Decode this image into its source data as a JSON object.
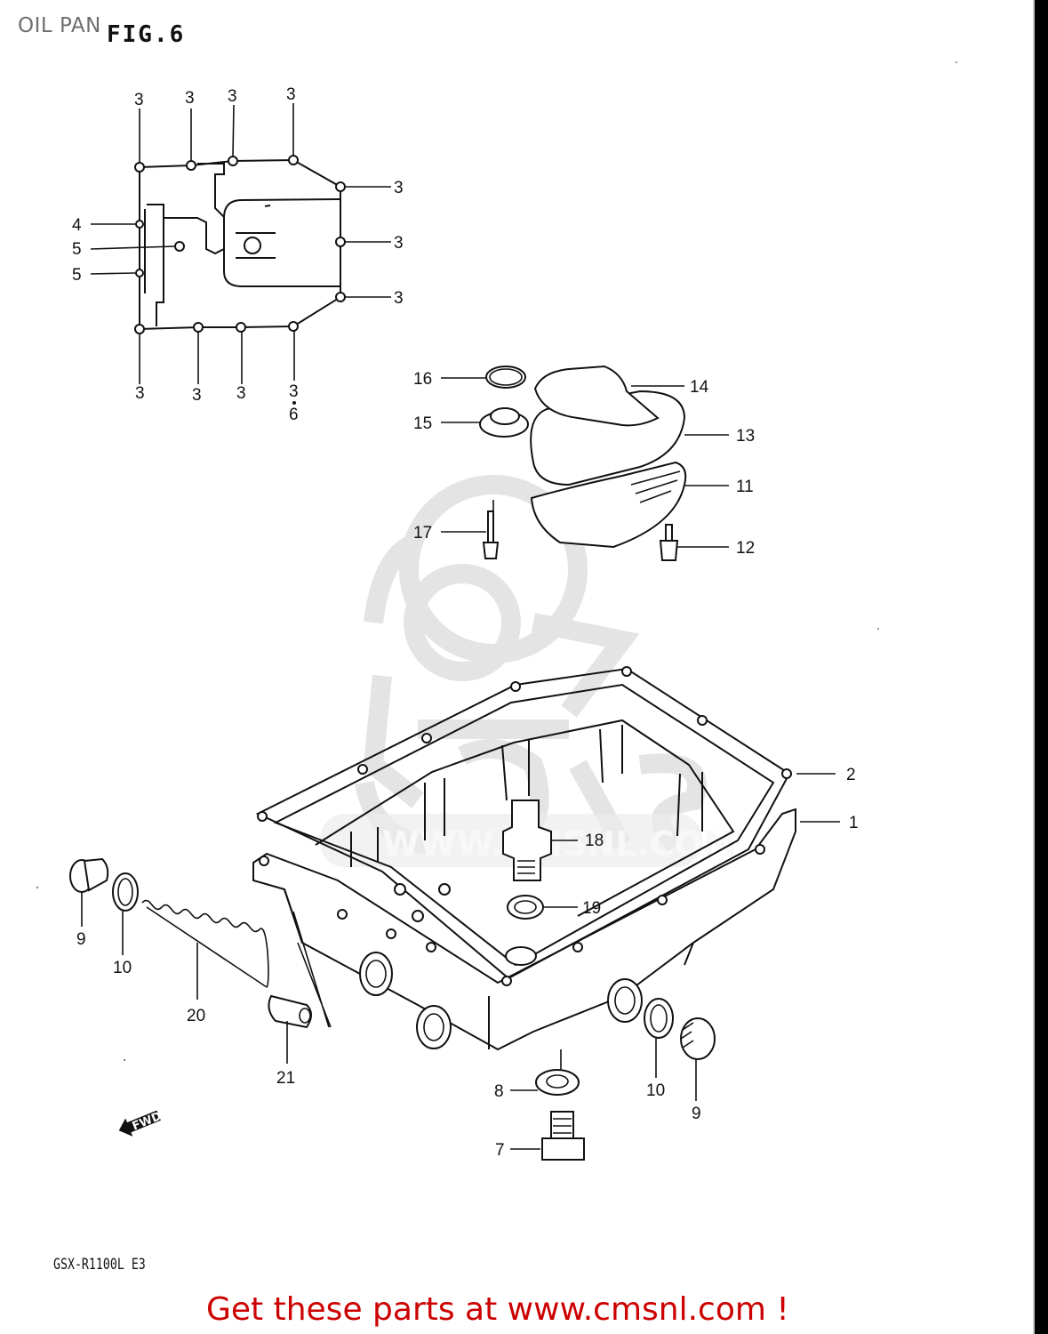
{
  "page": {
    "title": "OIL PAN",
    "figure": "FIG.6",
    "model": "GSX-R1100L  E3",
    "footer_link_text": "Get these parts at www.cmsnl.com !",
    "footer_color": "#cc0000",
    "title_color": "#6e6e6e"
  },
  "watermark": {
    "text": "WWW.CMSNL.COM",
    "logo": "CMS"
  },
  "direction_marker": {
    "label": "FWD",
    "icon": "forward-arrow-icon"
  },
  "callouts": {
    "gasket_outline": [
      {
        "id": "3",
        "label": "3"
      },
      {
        "id": "3b",
        "label": "3"
      },
      {
        "id": "3c",
        "label": "3"
      },
      {
        "id": "3d",
        "label": "3"
      },
      {
        "id": "3e",
        "label": "3"
      },
      {
        "id": "3f",
        "label": "3"
      },
      {
        "id": "3g",
        "label": "3"
      },
      {
        "id": "3h",
        "label": "3"
      },
      {
        "id": "3i",
        "label": "3"
      },
      {
        "id": "3j",
        "label": "3"
      },
      {
        "id": "3k",
        "label": "3"
      },
      {
        "id": "4",
        "label": "4"
      },
      {
        "id": "5",
        "label": "5"
      },
      {
        "id": "5b",
        "label": "5"
      },
      {
        "id": "6",
        "label": "6"
      }
    ],
    "strainer": [
      {
        "id": "16",
        "label": "16"
      },
      {
        "id": "15",
        "label": "15"
      },
      {
        "id": "14",
        "label": "14"
      },
      {
        "id": "13",
        "label": "13"
      },
      {
        "id": "11",
        "label": "11"
      },
      {
        "id": "17",
        "label": "17"
      },
      {
        "id": "12",
        "label": "12"
      }
    ],
    "oil_pan": [
      {
        "id": "2",
        "label": "2"
      },
      {
        "id": "1",
        "label": "1"
      },
      {
        "id": "18",
        "label": "18"
      },
      {
        "id": "19",
        "label": "19"
      },
      {
        "id": "9",
        "label": "9"
      },
      {
        "id": "10",
        "label": "10"
      },
      {
        "id": "20",
        "label": "20"
      },
      {
        "id": "21",
        "label": "21"
      },
      {
        "id": "8",
        "label": "8"
      },
      {
        "id": "7",
        "label": "7"
      },
      {
        "id": "10b",
        "label": "10"
      },
      {
        "id": "9b",
        "label": "9"
      }
    ]
  }
}
